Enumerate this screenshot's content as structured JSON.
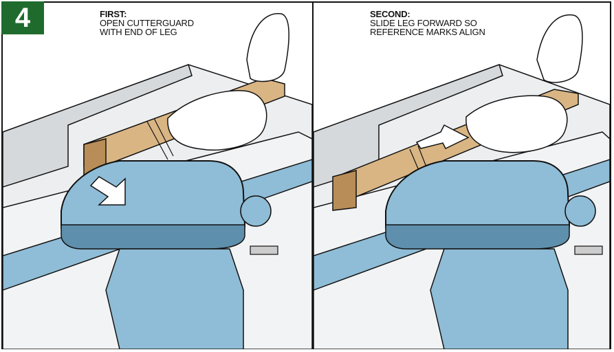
{
  "step": {
    "number": "4"
  },
  "panels": [
    {
      "heading": "FIRST:",
      "lines": [
        "OPEN CUTTERGUARD",
        "WITH END OF LEG"
      ]
    },
    {
      "heading": "SECOND:",
      "lines": [
        "SLIDE LEG FORWARD SO",
        "REFERENCE MARKS ALIGN"
      ]
    }
  ],
  "colors": {
    "badge": "#1f6b2e",
    "machine_blue": "#8fbcd6",
    "machine_blue_dark": "#5e8fac",
    "wood": "#d9b584",
    "wood_dark": "#b88d58",
    "fence": "#d6d9dc",
    "skin": "#ffffff",
    "outline": "#111111"
  }
}
